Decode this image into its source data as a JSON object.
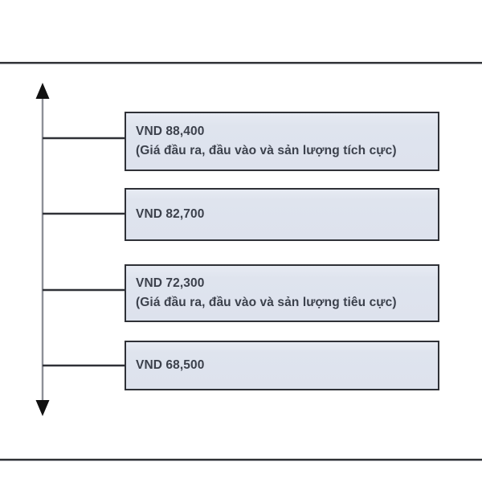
{
  "figure": {
    "type": "tornado-range-diagram",
    "currency_prefix": "VND",
    "axis": {
      "name": "vertical-double-arrow",
      "direction": "double-headed-vertical",
      "color": "#8d9097"
    },
    "frame": {
      "top_rule": true,
      "bottom_rule": true,
      "rule_color": "#333539"
    },
    "box_style": {
      "fill": "#dfe4ee",
      "border": "#2f3137",
      "text_color": "#3c414c"
    },
    "scenarios": [
      {
        "id": "optimistic",
        "value_label": "VND 88,400",
        "detail_label": "(Giá đầu ra, đầu vào và sản lượng tích cực)",
        "has_detail": true
      },
      {
        "id": "upper-base",
        "value_label": "VND 82,700",
        "detail_label": "",
        "has_detail": false
      },
      {
        "id": "pessimistic",
        "value_label": "VND 72,300",
        "detail_label": "(Giá đầu ra, đầu vào và sản lượng tiêu cực)",
        "has_detail": true
      },
      {
        "id": "lower-base",
        "value_label": "VND 68,500",
        "detail_label": "",
        "has_detail": false
      }
    ]
  },
  "chart_data": {
    "type": "bar",
    "title": "",
    "xlabel": "",
    "ylabel": "VND",
    "orientation": "horizontal-levels",
    "categories": [
      "VND 88,400 (Giá đầu ra, đầu vào và sản lượng tích cực)",
      "VND 82,700",
      "VND 72,300 (Giá đầu ra, đầu vào và sản lượng tiêu cực)",
      "VND 68,500"
    ],
    "values": [
      88400,
      82700,
      72300,
      68500
    ],
    "ylim": [
      68500,
      88400
    ],
    "grid": false,
    "legend": false
  }
}
